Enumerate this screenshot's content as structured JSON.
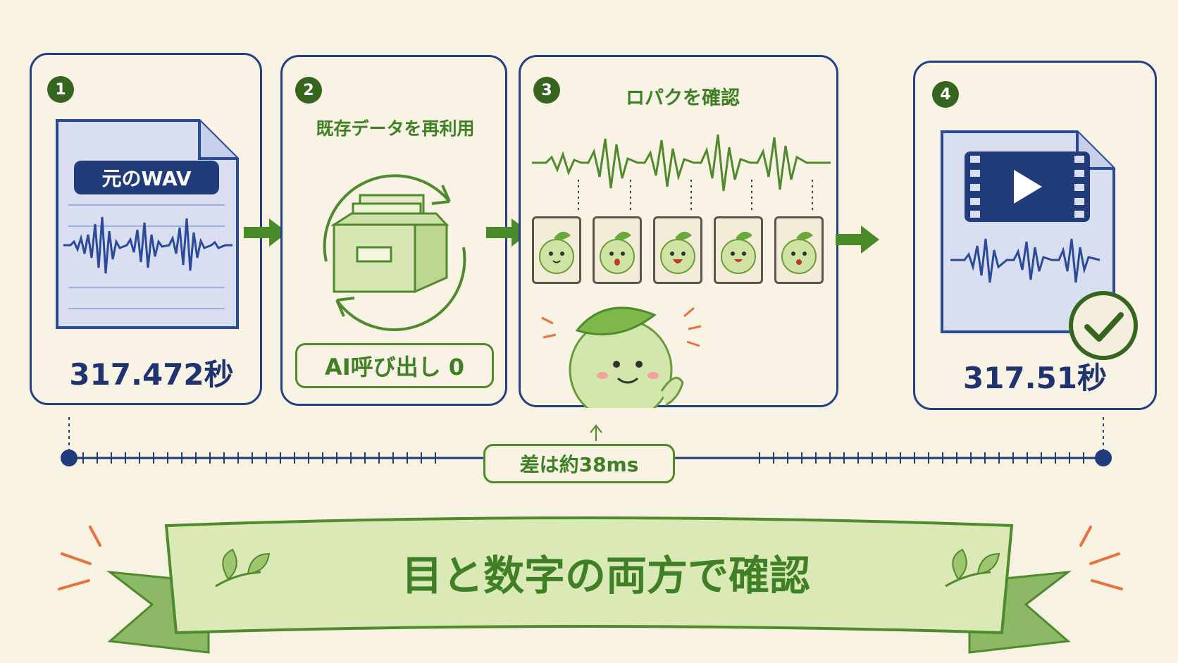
{
  "steps": [
    {
      "number": "1",
      "label": "元のWAV",
      "value": "317.472秒"
    },
    {
      "number": "2",
      "title": "既存データを再利用",
      "box_label": "AI呼び出し 0"
    },
    {
      "number": "3",
      "title": "ロパクを確認"
    },
    {
      "number": "4",
      "value": "317.51秒"
    }
  ],
  "timeline": {
    "difference_label": "差は約38ms"
  },
  "banner": {
    "text": "目と数字の両方で確認"
  },
  "colors": {
    "blue": "#243f86",
    "green": "#4f8a2d",
    "dark_green": "#36651f",
    "background": "#f7f2e2"
  },
  "icons": [
    "document-icon",
    "waveform-icon",
    "archive-box-icon",
    "cycle-arrows-icon",
    "mouth-shape-thumbnails",
    "character-icon",
    "video-file-icon",
    "check-icon",
    "leaf-icon"
  ]
}
